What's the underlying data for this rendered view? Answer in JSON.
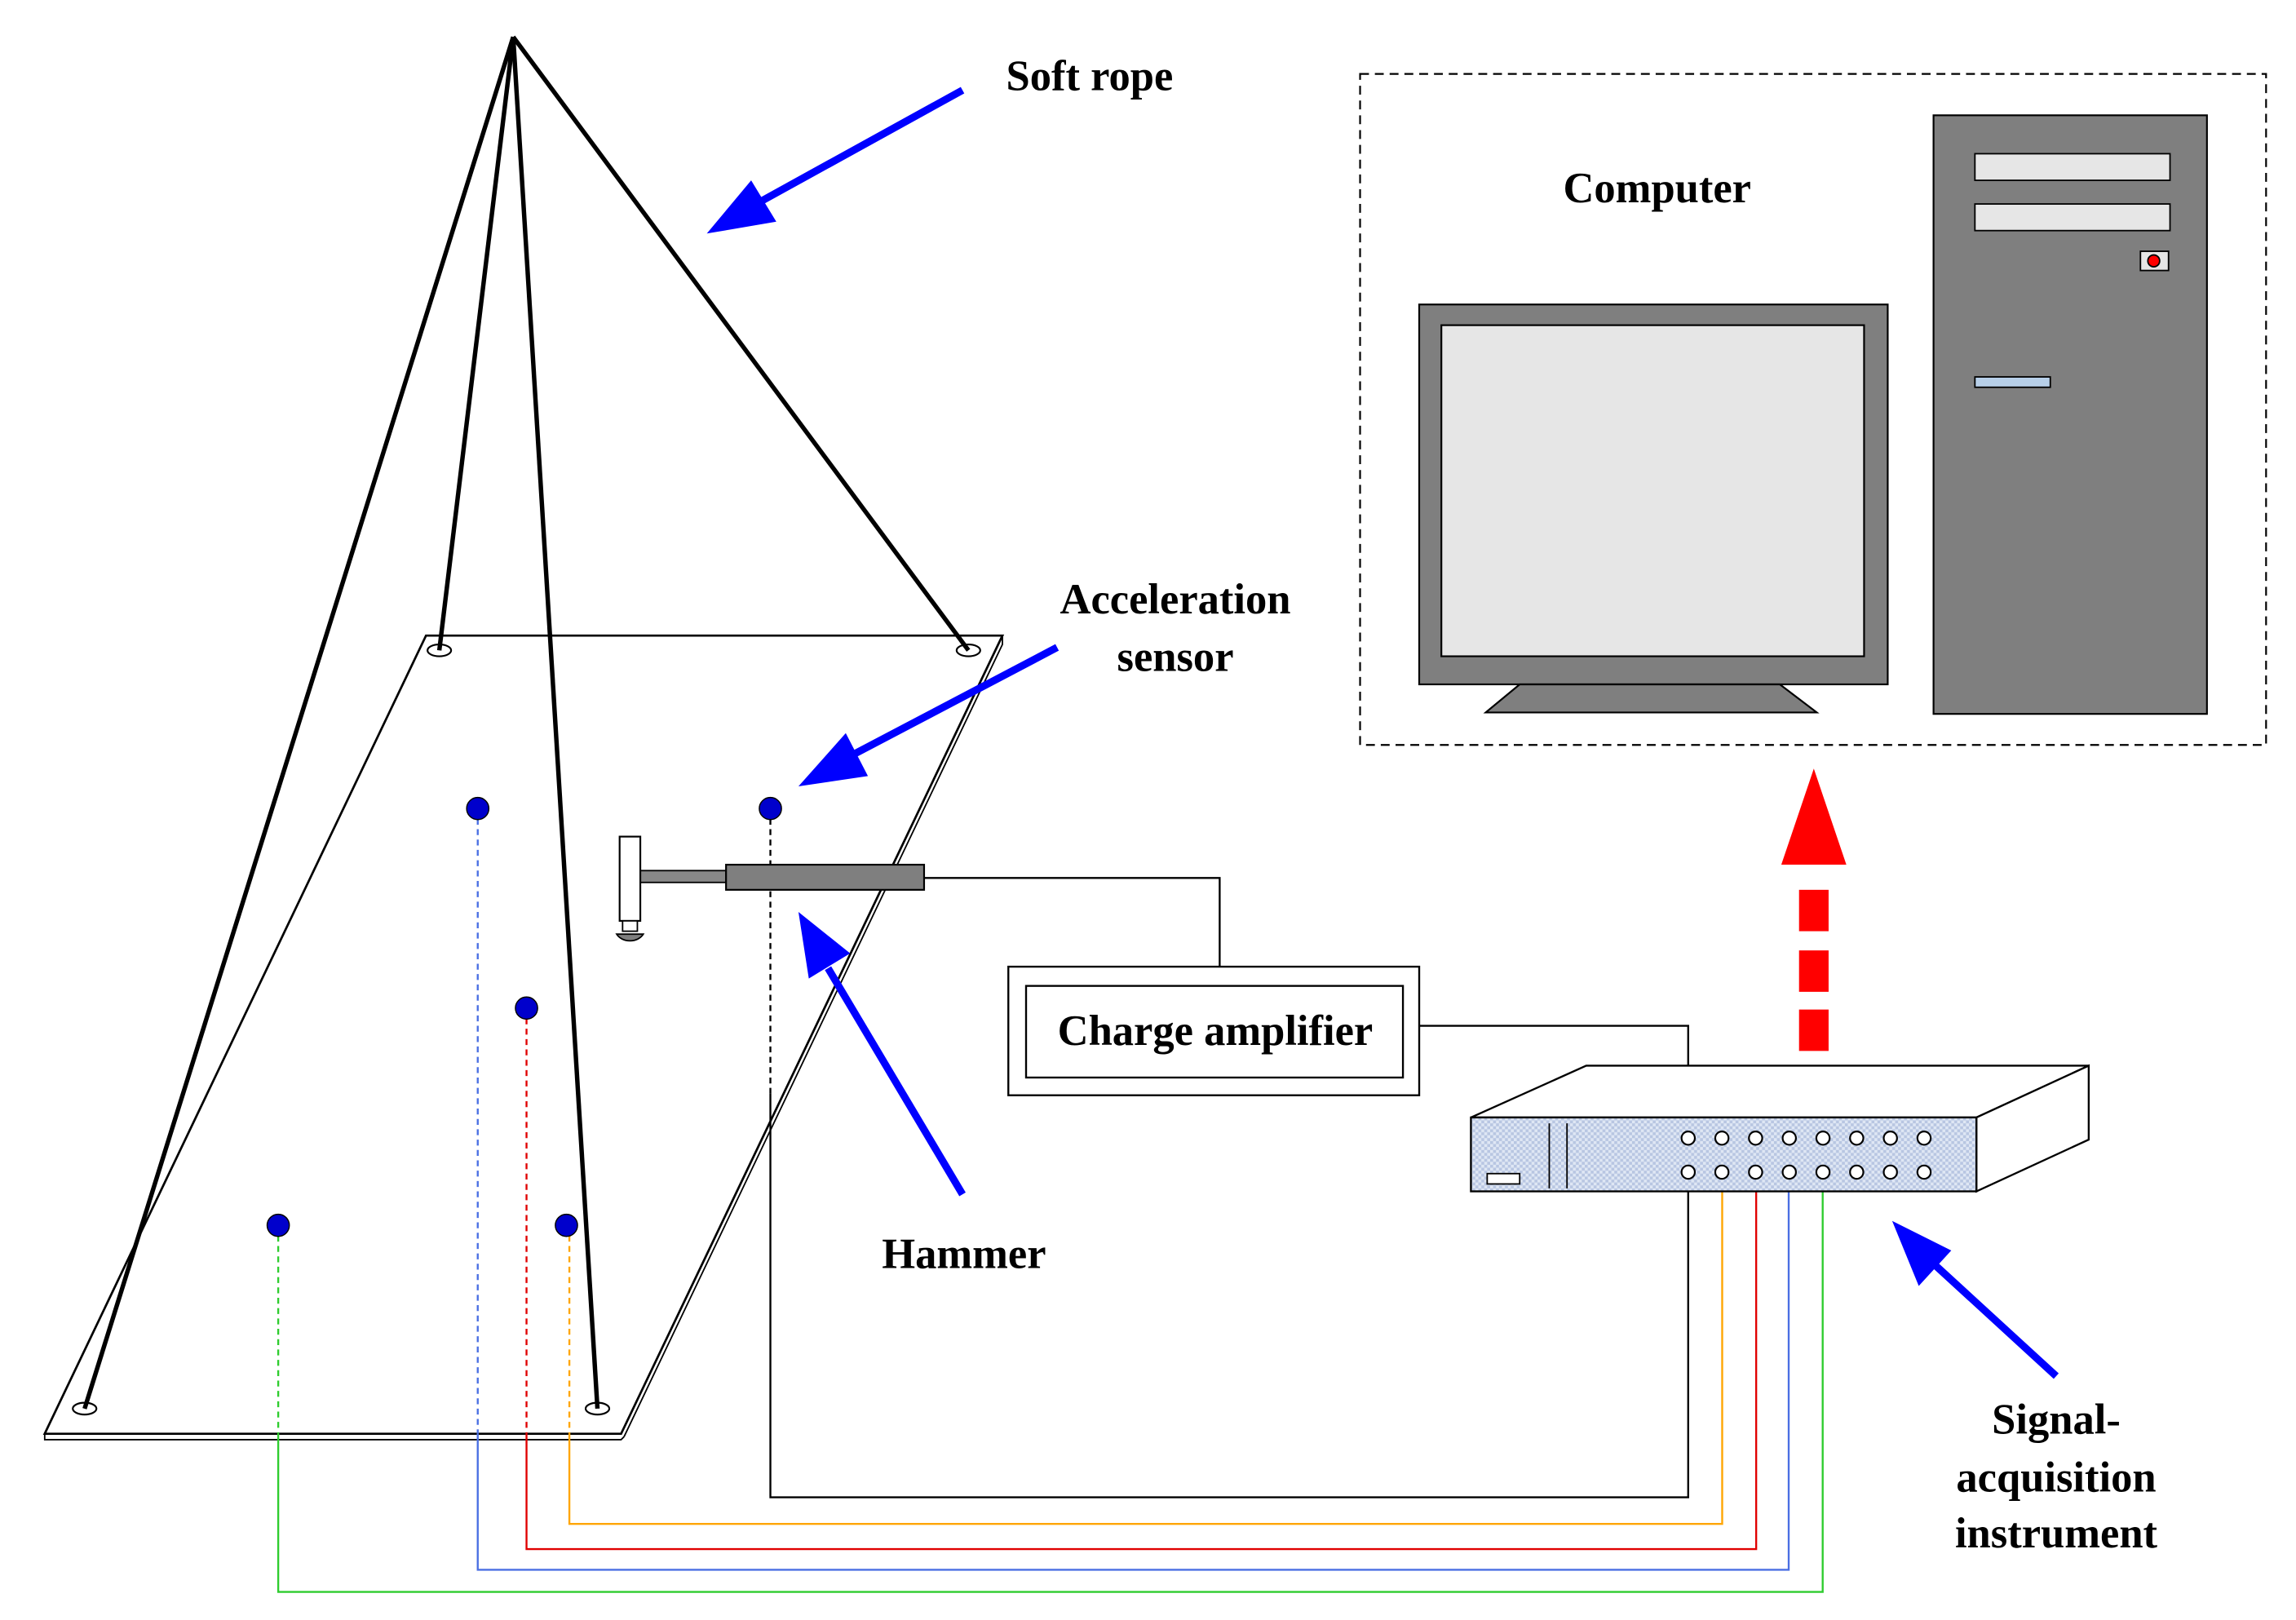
{
  "labels": {
    "soft_rope": "Soft rope",
    "computer": "Computer",
    "acceleration_sensor_1": "Acceleration",
    "acceleration_sensor_2": "sensor",
    "charge_amplifier": "Charge amplifier",
    "hammer": "Hammer",
    "signal_acquisition_1": "Signal-",
    "signal_acquisition_2": "acquisition",
    "signal_acquisition_3": "instrument"
  },
  "colors": {
    "annotation_arrow": "#0000ff",
    "data_flow_arrow": "#ff0000",
    "sensor_dot": "#0000cc",
    "wire_orange": "#ffa500",
    "wire_red": "#e00000",
    "wire_blue": "#4a6fe3",
    "wire_green": "#2ecc2e",
    "wire_black": "#000000",
    "device_gray": "#7f7f7f",
    "screen_light": "#e6e6e6"
  }
}
